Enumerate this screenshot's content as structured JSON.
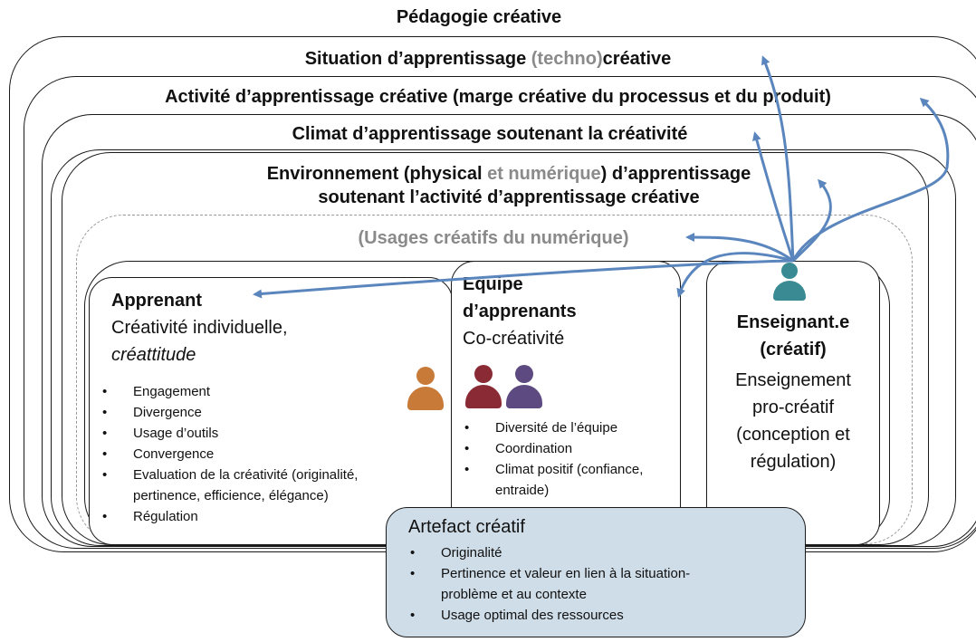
{
  "layers": {
    "pedagogie": "Pédagogie créative",
    "situation": {
      "before": "Situation d’apprentissage ",
      "gray": "(techno)",
      "after": "créative"
    },
    "activite": "Activité d’apprentissage créative (marge créative du processus et du produit)",
    "climat": "Climat d’apprentissage soutenant la créativité",
    "environnement": {
      "before": "Environnement (physical ",
      "gray": "et numérique",
      "after": ") d’apprentissage",
      "line2": "soutenant l’activité d’apprentissage créative"
    },
    "usages": "(Usages créatifs du numérique)"
  },
  "apprenant": {
    "title": "Apprenant",
    "subtitle": "Créativité individuelle,",
    "subtitle_italic": "créattitude",
    "bullets": [
      "Engagement",
      "Divergence",
      "Usage d’outils",
      "Convergence",
      "Evaluation de la créativité (originalité, pertinence, efficience, élégance)",
      "Régulation"
    ]
  },
  "equipe": {
    "title_line1": "Equipe",
    "title_line2": "d’apprenants",
    "subtitle": "Co-créativité",
    "bullets": [
      "Diversité de l’équipe",
      "Coordination",
      "Climat positif (confiance, entraide)"
    ]
  },
  "enseignant": {
    "title_line1": "Enseignant.e",
    "title_line2": "(créatif)",
    "desc": [
      "Enseignement",
      "pro-créatif",
      "(conception et",
      "régulation)"
    ]
  },
  "artefact": {
    "title": "Artefact créatif",
    "bullets": [
      "Originalité",
      "Pertinence et valeur en lien à la situation-problème et au contexte",
      "Usage optimal des ressources"
    ]
  },
  "colors": {
    "arrow": "#5a86bd",
    "person_orange": "#c87a38",
    "person_red": "#8a2a35",
    "person_purple": "#5c4a80",
    "person_teal": "#3a8a93",
    "artefact_fill": "#cfdde8",
    "usages_gray": "#8a8a8a"
  },
  "icons": [
    "person-icon-orange",
    "person-icon-red",
    "person-icon-purple",
    "person-icon-teal"
  ]
}
